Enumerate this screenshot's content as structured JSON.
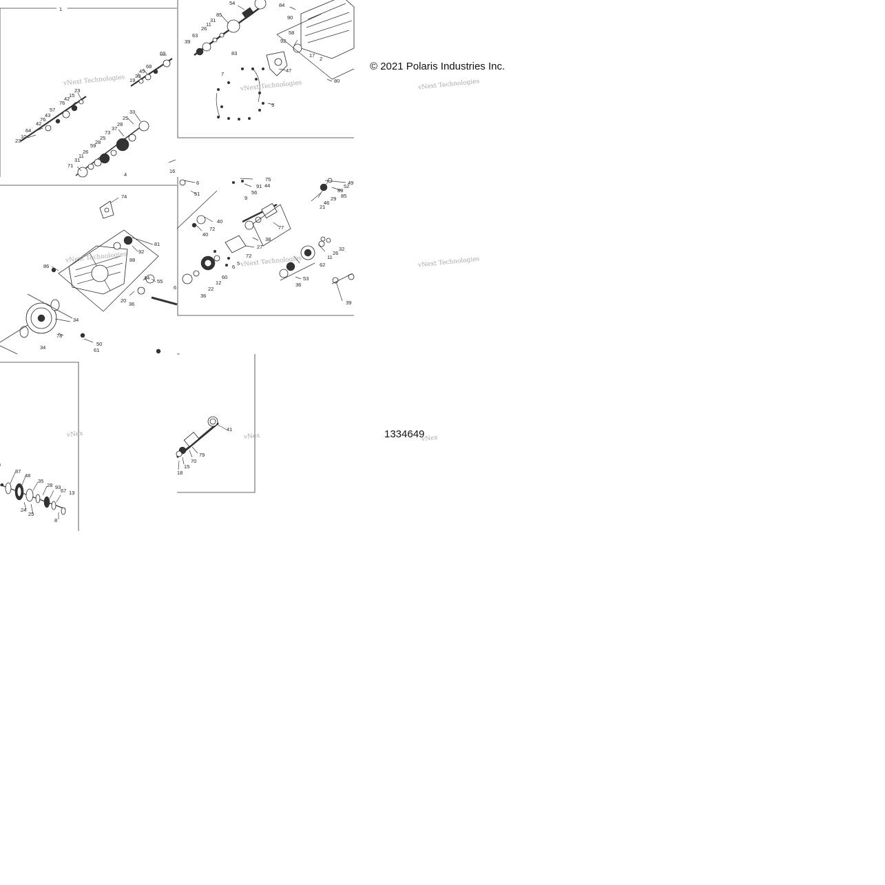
{
  "copyright": "© 2021 Polaris Industries Inc.",
  "document_number": "1334649",
  "group_label": "1",
  "watermark": {
    "text": "vNext Technologies",
    "fragment": "vNex"
  },
  "callouts": {
    "tile1": [
      "69",
      "68",
      "45",
      "30",
      "19",
      "23",
      "15",
      "42",
      "76",
      "57",
      "43",
      "76",
      "42",
      "64",
      "10",
      "23",
      "33",
      "25",
      "37",
      "28",
      "73",
      "25",
      "59",
      "28",
      "26",
      "31",
      "71",
      "4",
      "16"
    ],
    "tile2": [
      "54",
      "85",
      "31",
      "11",
      "26",
      "63",
      "39",
      "83",
      "7",
      "3",
      "47",
      "84",
      "90",
      "58",
      "92",
      "17",
      "2",
      "80"
    ],
    "tile4": [
      "74",
      "81",
      "92",
      "88",
      "86",
      "14",
      "55",
      "20",
      "36",
      "34",
      "78",
      "34",
      "50",
      "61"
    ],
    "tile5": [
      "6",
      "51",
      "40",
      "72",
      "40",
      "75",
      "91",
      "44",
      "56",
      "9",
      "77",
      "38",
      "27",
      "72",
      "5",
      "6",
      "60",
      "12",
      "22",
      "36",
      "49",
      "52",
      "89",
      "85",
      "29",
      "46",
      "21",
      "32",
      "26",
      "11",
      "62",
      "53",
      "36",
      "39"
    ],
    "tile7": [
      "6",
      "87",
      "48",
      "35",
      "28",
      "93",
      "67",
      "13",
      "24",
      "25",
      "8"
    ],
    "tile8": [
      "41",
      "79",
      "70",
      "15",
      "18"
    ]
  }
}
